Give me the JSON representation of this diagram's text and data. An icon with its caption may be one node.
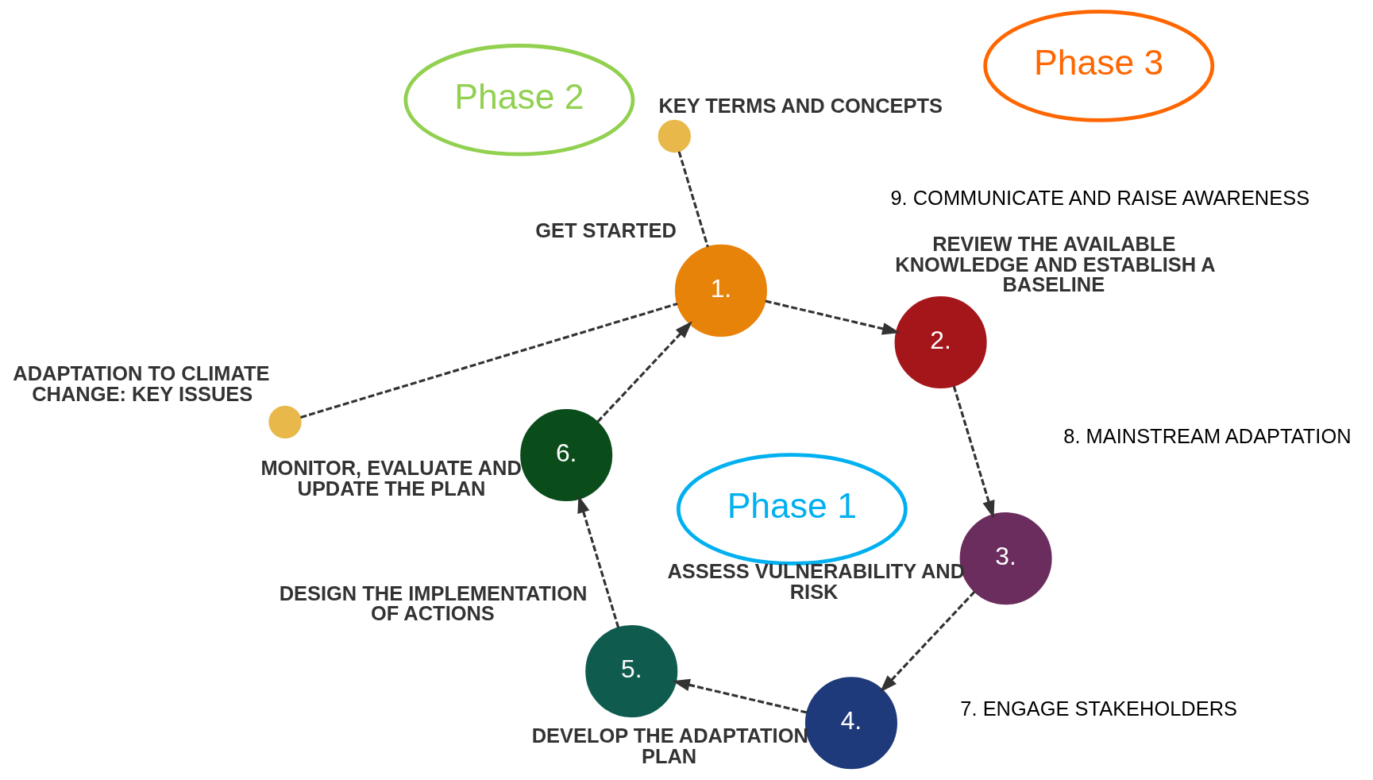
{
  "diagram": {
    "nodes": [
      {
        "text": [
          "Phase 1"
        ]
      },
      {
        "text": [
          "Phase 2"
        ]
      },
      {
        "text": [
          "Phase 3"
        ]
      },
      {
        "text": [],
        "shape": "circle",
        "beside": [
          "ADAPTATION TO CLIMATE CHANGE: KEY ISSUES"
        ]
      },
      {
        "text": [],
        "shape": "circle",
        "beside": [
          "KEY TERMS AND CONCEPTS"
        ]
      },
      {
        "text": [
          "1."
        ],
        "beside": [
          "GET STARTED"
        ]
      },
      {
        "text": [
          "2."
        ],
        "beside": [
          "REVIEW THE AVAILABLE KNOWLEDGE AND ESTABLISH A BASELINE"
        ]
      },
      {
        "text": [
          "3."
        ],
        "beside": [
          "ASSESS VULNERABILITY AND RISK"
        ]
      },
      {
        "text": [
          "4."
        ],
        "beside": [
          "DEVELOP THE ADAPTATION PLAN"
        ]
      },
      {
        "text": [
          "5."
        ],
        "beside": [
          "DESIGN THE IMPLEMENTATION OF ACTIONS"
        ]
      },
      {
        "text": [
          "6."
        ],
        "beside": [
          "MONITOR, EVALUATE AND UPDATE THE PLAN"
        ]
      }
    ],
    "edges": [
      {
        "from": 3,
        "to": 5,
        "arrow": "none",
        "style": "dashed"
      },
      {
        "from": 4,
        "to": 5,
        "arrow": "none",
        "style": "dashed"
      },
      {
        "from": 5,
        "to": 6,
        "arrow": "to",
        "style": "dashed"
      },
      {
        "from": 6,
        "to": 7,
        "arrow": "to",
        "style": "dashed"
      },
      {
        "from": 7,
        "to": 8,
        "arrow": "to",
        "style": "dashed"
      },
      {
        "from": 8,
        "to": 9,
        "arrow": "to",
        "style": "dashed"
      },
      {
        "from": 9,
        "to": 10,
        "arrow": "to",
        "style": "dashed"
      },
      {
        "from": 10,
        "to": 5,
        "arrow": "to",
        "style": "dashed"
      }
    ],
    "labels": [
      "7. ENGAGE STAKEHOLDERS",
      "8. MAINSTREAM ADAPTATION",
      "9. COMMUNICATE AND RAISE AWARENESS"
    ]
  }
}
